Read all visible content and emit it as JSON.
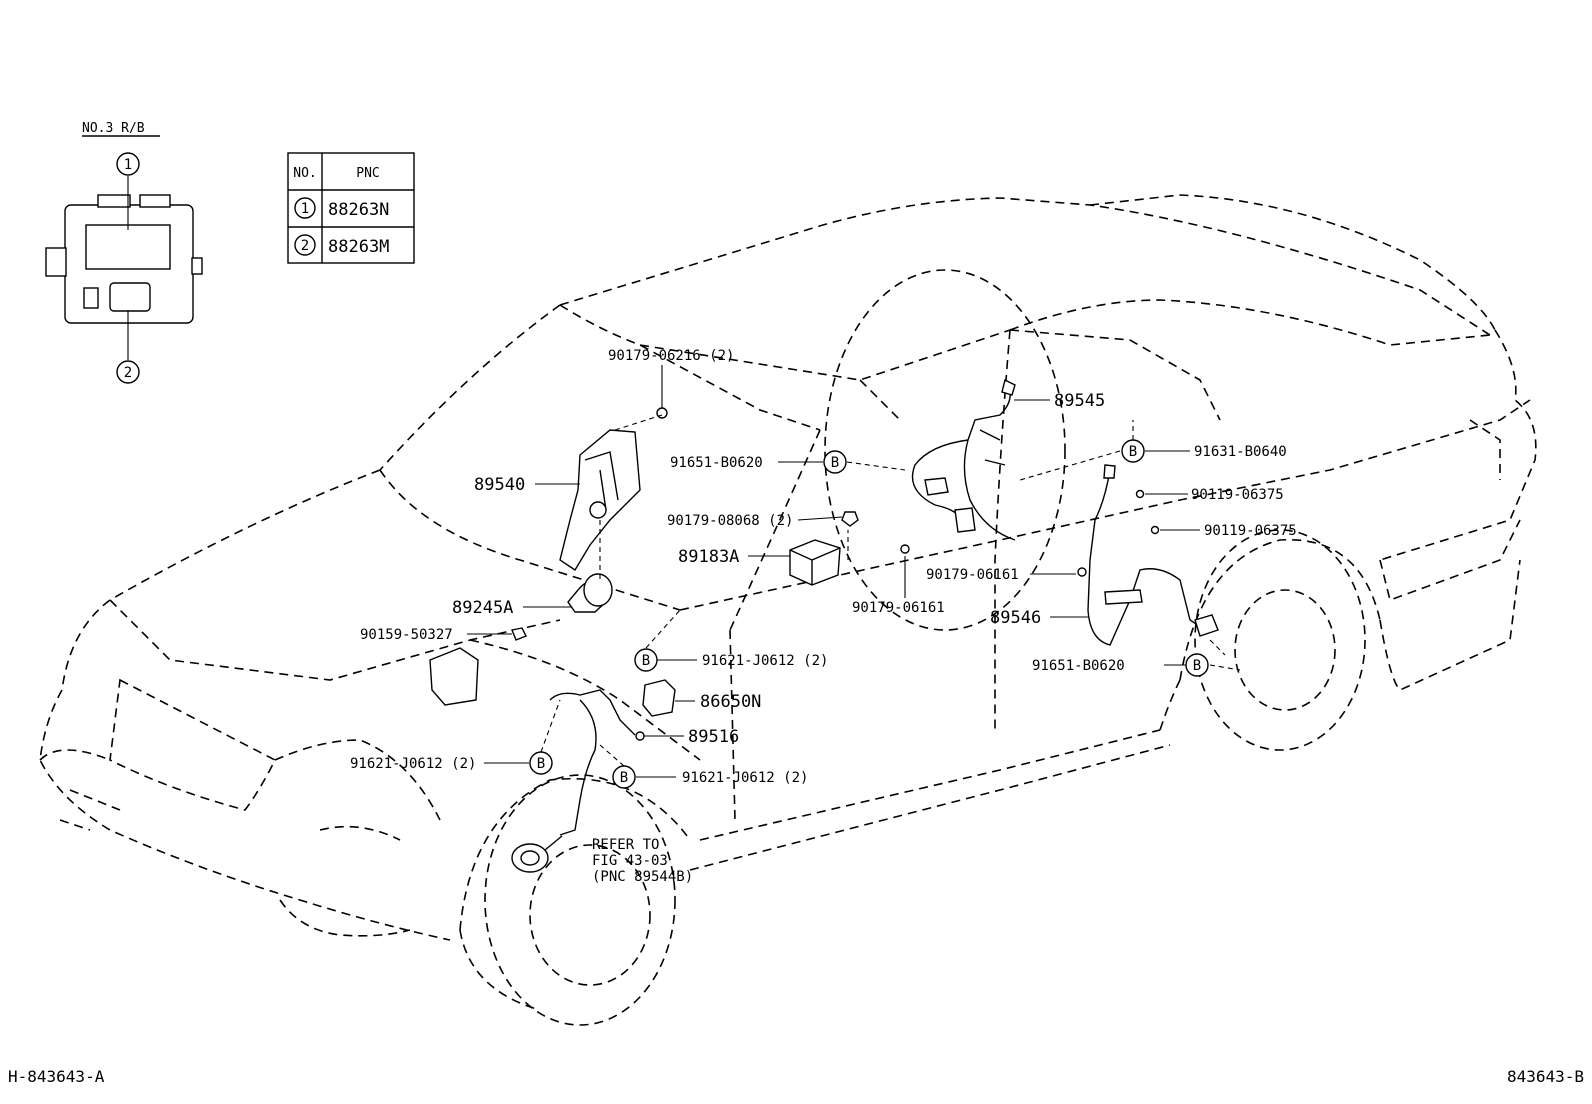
{
  "relay_block": {
    "title": "NO.3 R/B",
    "marker_1": "1",
    "marker_2": "2"
  },
  "pnc_table": {
    "header_no": "NO.",
    "header_pnc": "PNC",
    "rows": [
      {
        "no": "1",
        "pnc": "88263N"
      },
      {
        "no": "2",
        "pnc": "88263M"
      }
    ]
  },
  "callouts": {
    "c_90179_06216": "90179-06216 (2)",
    "c_89540": "89540",
    "c_91651_b0620_top": "91651-B0620",
    "c_90179_08068": "90179-08068 (2)",
    "c_89183a": "89183A",
    "c_89245a": "89245A",
    "c_90159_50327": "90159-50327",
    "c_91621_j0612_mid": "91621-J0612 (2)",
    "c_86650n": "86650N",
    "c_89516": "89516",
    "c_91621_j0612_left": "91621-J0612 (2)",
    "c_91621_j0612_lower": "91621-J0612 (2)",
    "c_89545": "89545",
    "c_91631_b0640": "91631-B0640",
    "c_90119_06375_a": "90119-06375",
    "c_90119_06375_b": "90119-06375",
    "c_90179_06161_a": "90179-06161",
    "c_90179_06161_b": "90179-06161",
    "c_89546": "89546",
    "c_91651_b0620_right": "91651-B0620",
    "refer_1": "REFER TO",
    "refer_2": "FIG 43-03",
    "refer_3": "(PNC 89544B)",
    "b_marker": "B"
  },
  "footer": {
    "left_id": "H-843643-A",
    "right_id": "843643-B"
  }
}
